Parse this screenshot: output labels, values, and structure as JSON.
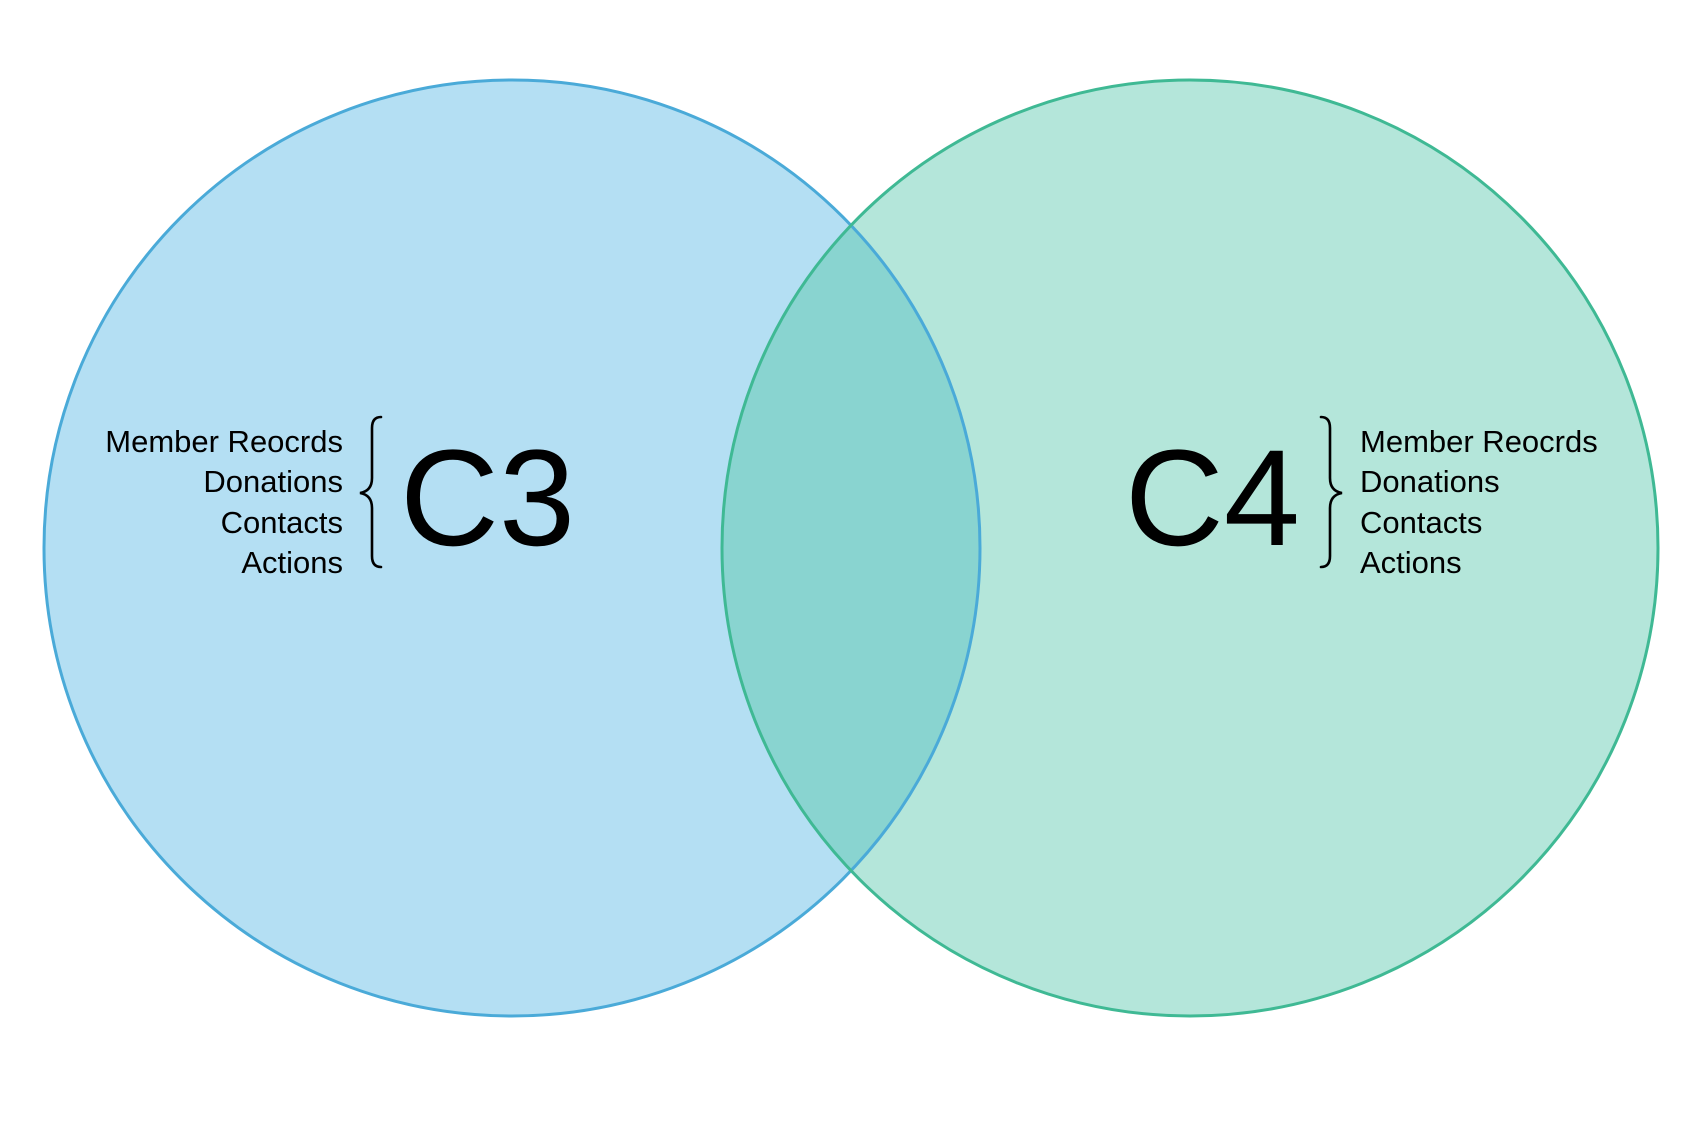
{
  "sets": [
    {
      "label": "C3",
      "items": [
        "Member Reocrds",
        "Donations",
        "Contacts",
        "Actions"
      ],
      "fill_color": "#b4dff3",
      "stroke_color": "#4aaad8"
    },
    {
      "label": "C4",
      "items": [
        "Member Reocrds",
        "Donations",
        "Contacts",
        "Actions"
      ],
      "fill_color": "#b4e6da",
      "stroke_color": "#3fb994"
    }
  ],
  "overlap_color": "#89d4d0",
  "bracket_color": "#000000",
  "icons": [
    "left-curly-brace-icon",
    "right-curly-brace-icon"
  ]
}
